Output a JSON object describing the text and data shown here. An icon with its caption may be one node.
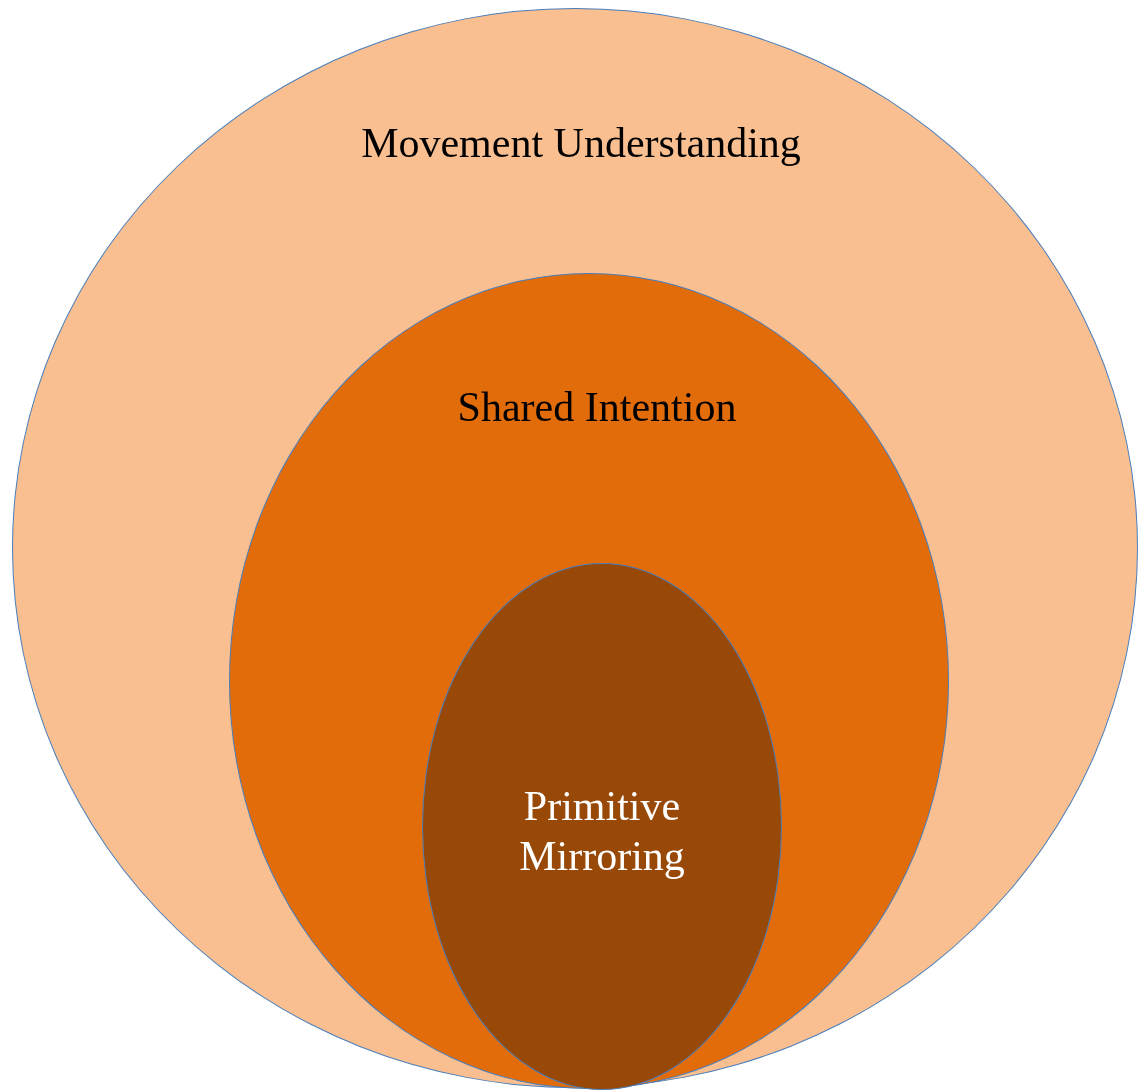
{
  "diagram": {
    "nodes": [
      {
        "text": [
          "Movement Understanding"
        ]
      },
      {
        "text": [
          "Shared Intention"
        ],
        "in": 0
      },
      {
        "text": [
          "Primitive Mirroring"
        ],
        "in": 1
      }
    ]
  }
}
